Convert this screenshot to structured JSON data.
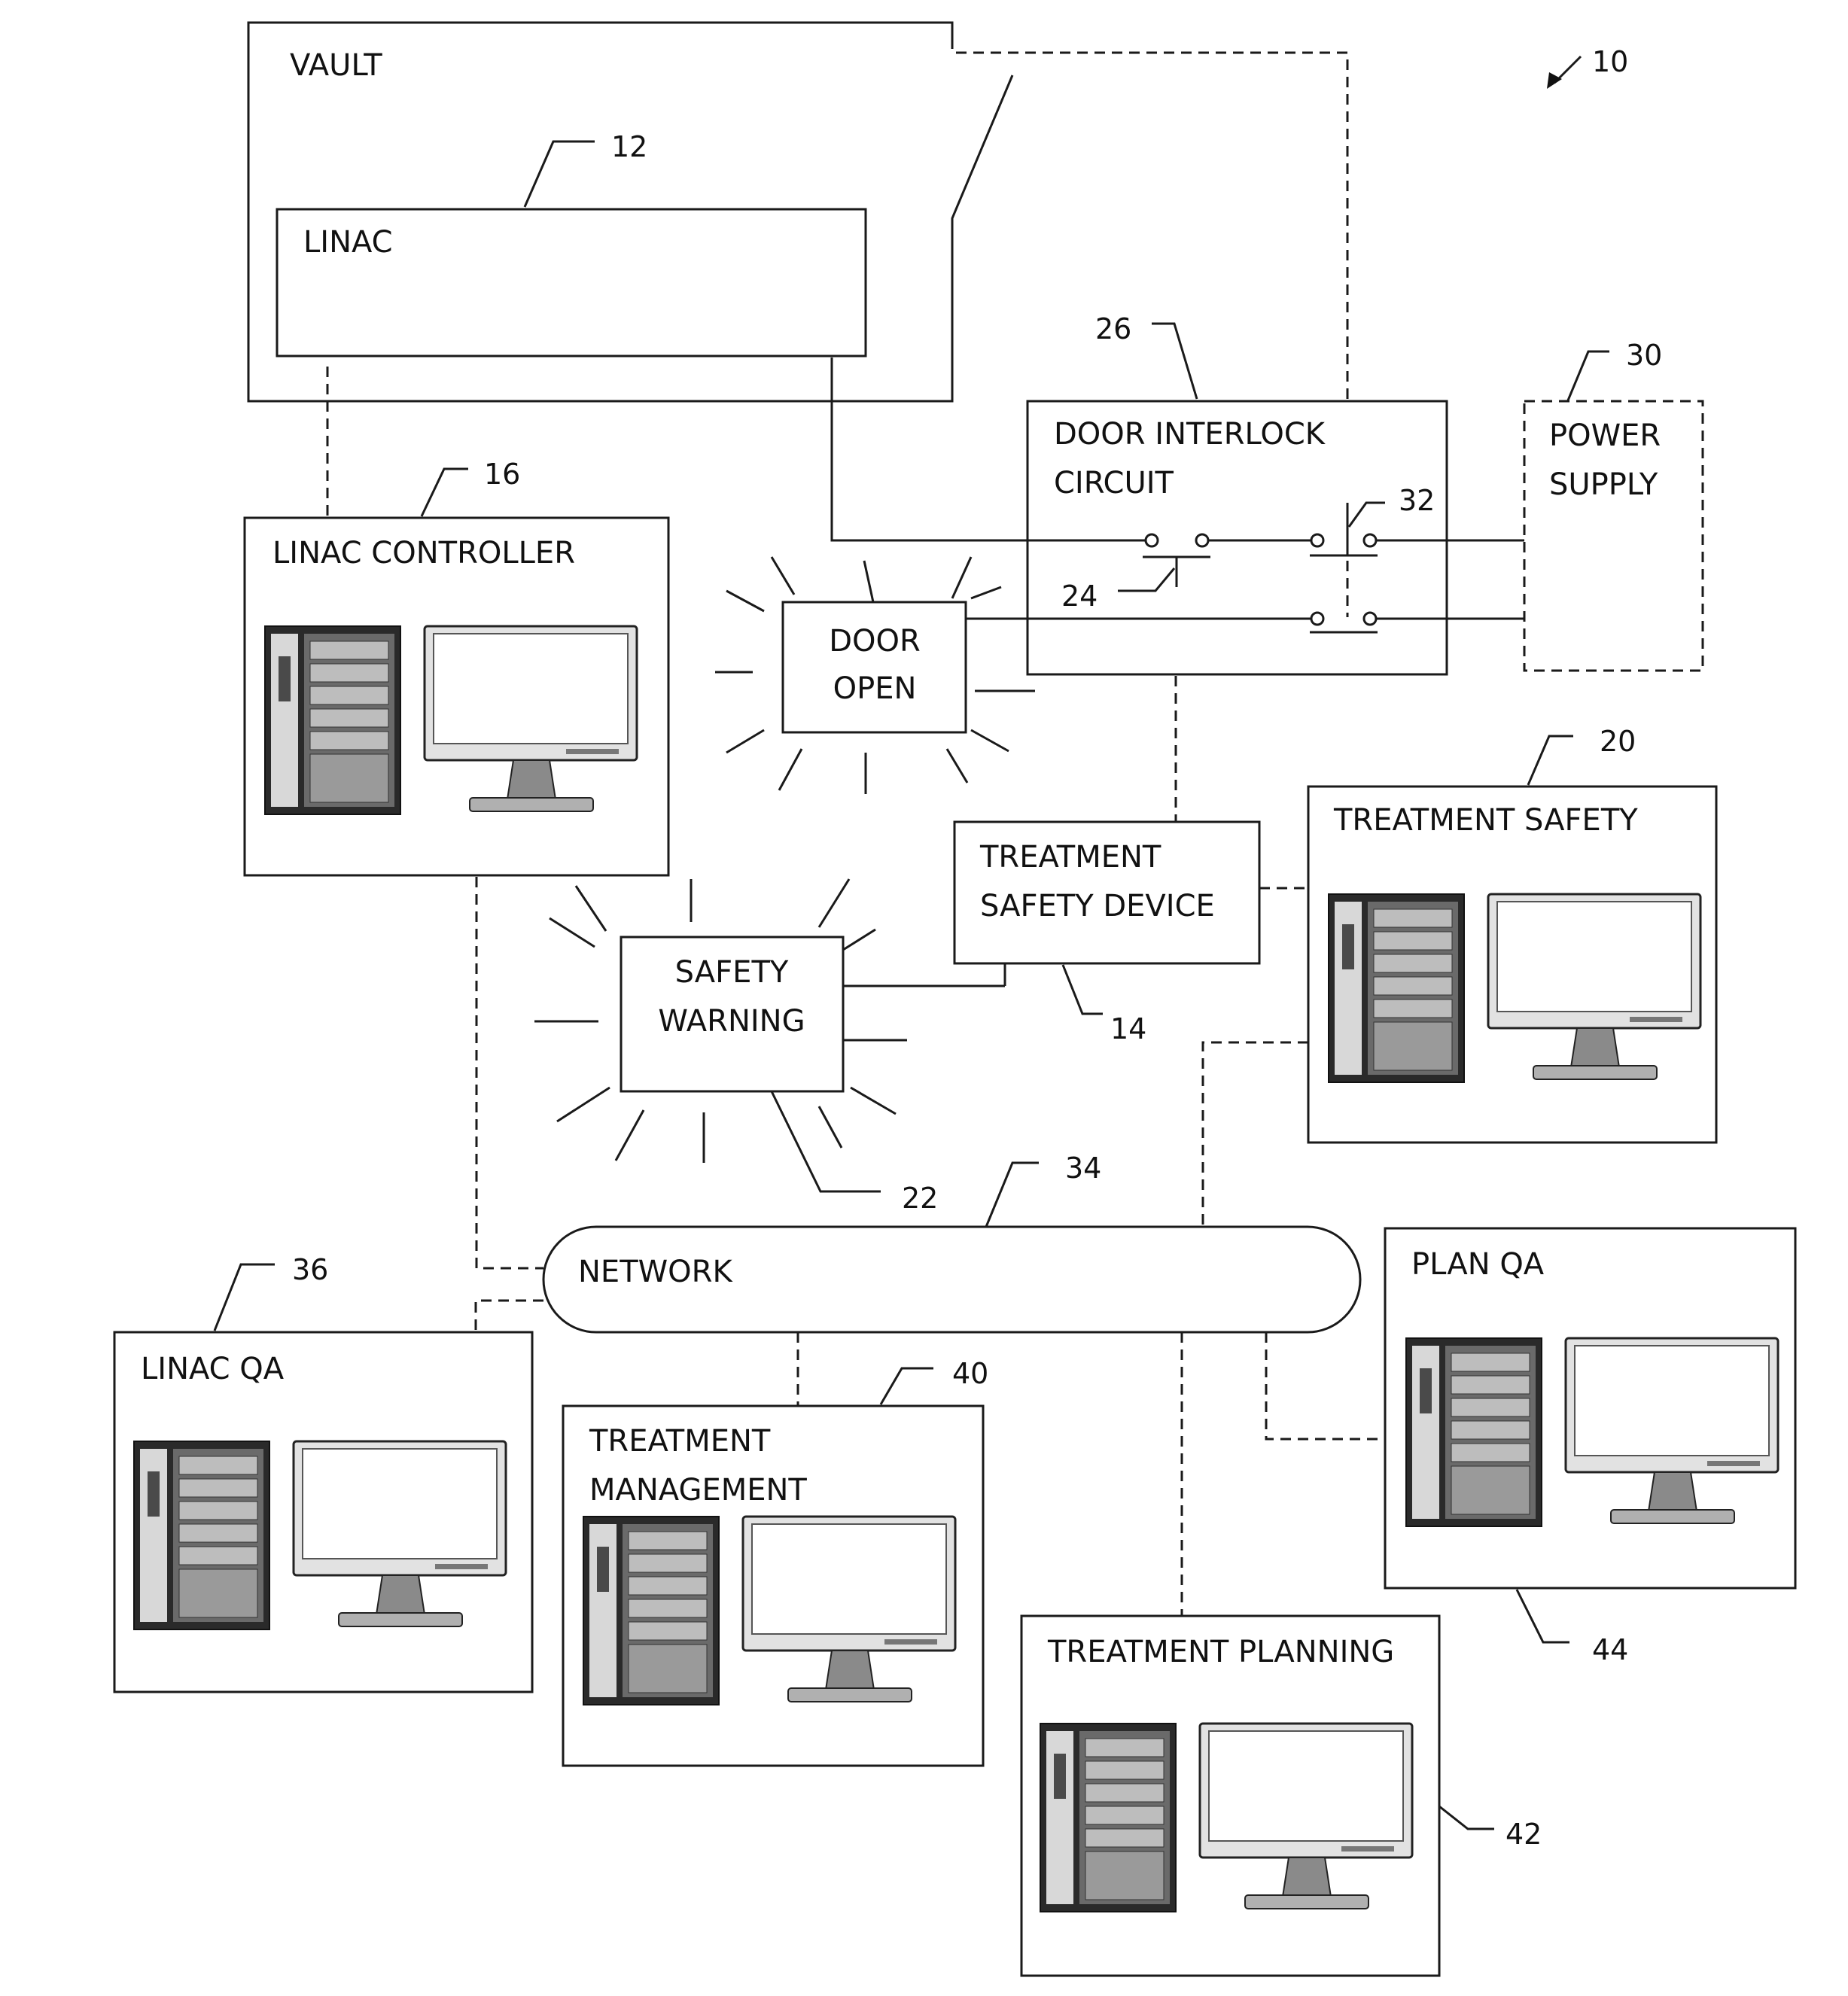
{
  "figure_number": "10",
  "blocks": {
    "vault": {
      "label": "VAULT"
    },
    "linac": {
      "label": "LINAC",
      "ref": "12"
    },
    "linac_controller": {
      "label": "LINAC CONTROLLER",
      "ref": "16"
    },
    "door_interlock": {
      "label_line1": "DOOR INTERLOCK",
      "label_line2": "CIRCUIT",
      "ref": "26"
    },
    "power_supply": {
      "label_line1": "POWER",
      "label_line2": "SUPPLY",
      "ref": "30"
    },
    "door_open": {
      "label_line1": "DOOR",
      "label_line2": "OPEN"
    },
    "treatment_safety_device": {
      "label_line1": "TREATMENT",
      "label_line2": "SAFETY DEVICE",
      "ref": "14"
    },
    "treatment_safety": {
      "label": "TREATMENT SAFETY",
      "ref": "20"
    },
    "safety_warning": {
      "label_line1": "SAFETY",
      "label_line2": "WARNING",
      "ref": "22"
    },
    "network": {
      "label": "NETWORK",
      "ref": "34"
    },
    "linac_qa": {
      "label": "LINAC QA",
      "ref": "36"
    },
    "treatment_management": {
      "label_line1": "TREATMENT",
      "label_line2": "MANAGEMENT",
      "ref": "40"
    },
    "plan_qa": {
      "label": "PLAN QA",
      "ref": "44"
    },
    "treatment_planning": {
      "label": "TREATMENT PLANNING",
      "ref": "42"
    }
  },
  "switches": {
    "door_switch": {
      "ref": "24"
    },
    "relay_switch": {
      "ref": "32"
    }
  }
}
